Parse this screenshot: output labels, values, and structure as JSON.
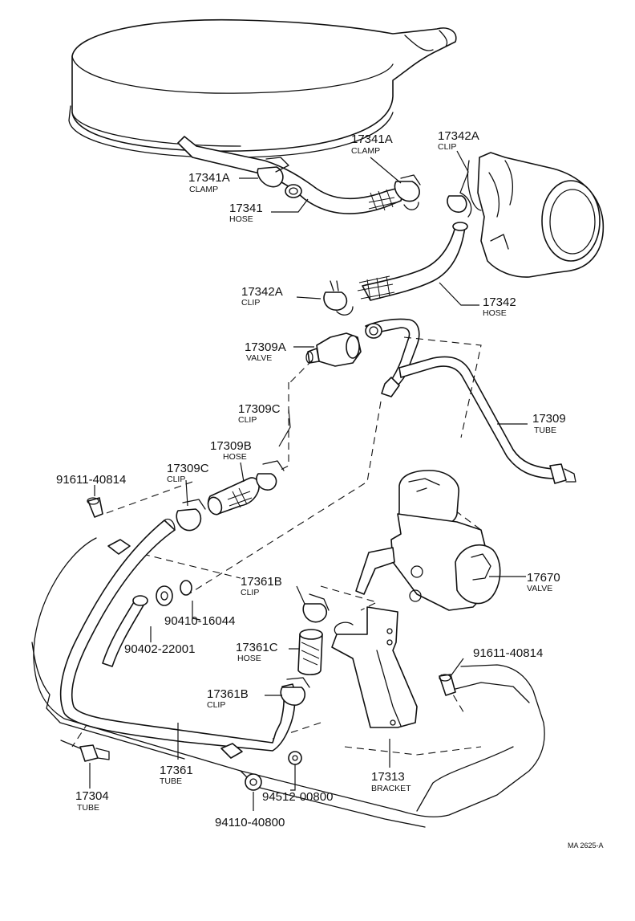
{
  "diagram": {
    "code": "MA 2625-A",
    "labels": {
      "l17341A_top": {
        "number": "17341A",
        "name": "CLAMP"
      },
      "l17342A_top": {
        "number": "17342A",
        "name": "CLIP"
      },
      "l17341A_left": {
        "number": "17341A",
        "name": "CLAMP"
      },
      "l17341": {
        "number": "17341",
        "name": "HOSE"
      },
      "l17342A_mid": {
        "number": "17342A",
        "name": "CLIP"
      },
      "l17342": {
        "number": "17342",
        "name": "HOSE"
      },
      "l17309A": {
        "number": "17309A",
        "name": "VALVE"
      },
      "l17309C_top": {
        "number": "17309C",
        "name": "CLIP"
      },
      "l17309": {
        "number": "17309",
        "name": "TUBE"
      },
      "l17309B": {
        "number": "17309B",
        "name": "HOSE"
      },
      "l17309C_left": {
        "number": "17309C",
        "name": "CLIP"
      },
      "l91611_left": {
        "number": "91611-40814",
        "name": ""
      },
      "l17670": {
        "number": "17670",
        "name": "VALVE"
      },
      "l17361B_top": {
        "number": "17361B",
        "name": "CLIP"
      },
      "l90410": {
        "number": "90410-16044",
        "name": ""
      },
      "l90402": {
        "number": "90402-22001",
        "name": ""
      },
      "l17361C": {
        "number": "17361C",
        "name": "HOSE"
      },
      "l91611_right": {
        "number": "91611-40814",
        "name": ""
      },
      "l17361B_bottom": {
        "number": "17361B",
        "name": "CLIP"
      },
      "l17361": {
        "number": "17361",
        "name": "TUBE"
      },
      "l17304": {
        "number": "17304",
        "name": "TUBE"
      },
      "l17313": {
        "number": "17313",
        "name": "BRACKET"
      },
      "l94512": {
        "number": "94512-00800",
        "name": ""
      },
      "l94110": {
        "number": "94110-40800",
        "name": ""
      }
    }
  }
}
